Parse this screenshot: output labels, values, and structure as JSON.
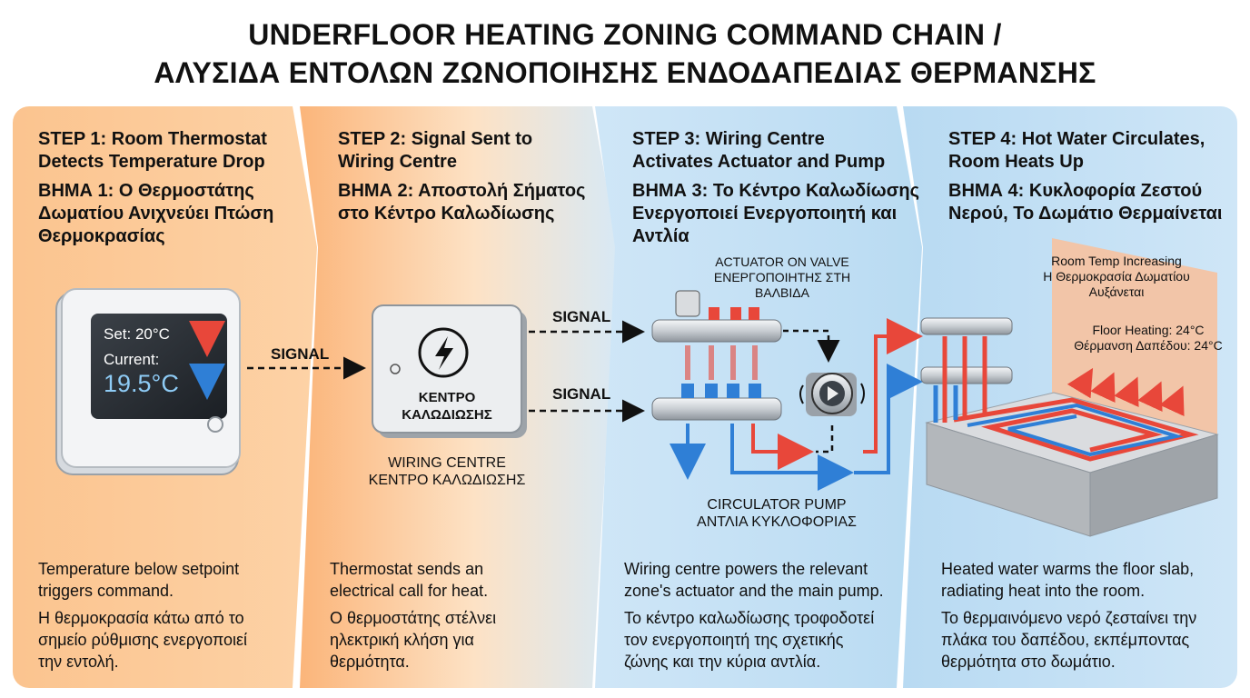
{
  "title": {
    "line1": "UNDERFLOOR HEATING ZONING COMMAND CHAIN /",
    "line2": "ΑΛΥΣΙΔΑ ΕΝΤΟΛΩΝ ΖΩΝΟΠΟΙΗΣΗΣ ΕΝΔΟΔΑΠΕΔΙΑΣ ΘΕΡΜΑΝΣΗΣ"
  },
  "steps": [
    {
      "heading_en": [
        "STEP 1: Room Thermostat",
        "Detects Temperature Drop"
      ],
      "heading_el": [
        "ΒΗΜΑ 1: Ο Θερμοστάτης",
        "Δωματίου Ανιχνεύει Πτώση",
        "Θερμοκρασίας"
      ],
      "desc_en": [
        "Temperature below setpoint",
        "triggers command."
      ],
      "desc_el": [
        "Η θερμοκρασία κάτω από το",
        "σημείο ρύθμισης ενεργοποιεί",
        "την εντολή."
      ]
    },
    {
      "heading_en": [
        "STEP 2: Signal Sent to",
        "Wiring Centre"
      ],
      "heading_el": [
        "ΒΗΜΑ 2: Αποστολή Σήματος",
        "στο Κέντρο Καλωδίωσης"
      ],
      "desc_en": [
        "Thermostat sends an",
        "electrical call for heat."
      ],
      "desc_el": [
        "Ο θερμοστάτης στέλνει",
        "ηλεκτρική κλήση για",
        "θερμότητα."
      ]
    },
    {
      "heading_en": [
        "STEP 3: Wiring Centre",
        "Activates Actuator and Pump"
      ],
      "heading_el": [
        "ΒΗΜΑ 3: Το Κέντρο Καλωδίωσης",
        "Ενεργοποιεί Ενεργοποιητή και",
        "Αντλία"
      ],
      "desc_en": [
        "Wiring centre powers the relevant",
        "zone's actuator and the main pump."
      ],
      "desc_el": [
        "Το κέντρο καλωδίωσης τροφοδοτεί",
        "τον ενεργοποιητή της σχετικής",
        "ζώνης και την κύρια αντλία."
      ]
    },
    {
      "heading_en": [
        "STEP 4: Hot Water Circulates,",
        "Room Heats Up"
      ],
      "heading_el": [
        "ΒΗΜΑ 4: Κυκλοφορία Ζεστού",
        "Νερού, Το Δωμάτιο Θερμαίνεται"
      ],
      "desc_en": [
        "Heated water warms the floor slab,",
        "radiating heat into the room."
      ],
      "desc_el": [
        "Το θερμαινόμενο νερό ζεσταίνει την",
        "πλάκα του δαπέδου, εκπέμποντας",
        "θερμότητα στο δωμάτιο."
      ]
    }
  ],
  "thermostat": {
    "set": "Set: 20°C",
    "current_label": "Current:",
    "current_value": "19.5°C"
  },
  "wiring_box": {
    "line1": "ΚΕΝΤΡΟ",
    "line2": "ΚΑΛΩΔΙΩΣΗΣ",
    "caption1": "WIRING CENTRE",
    "caption2": "ΚΕΝΤΡΟ ΚΑΛΩΔΙΩΣΗΣ"
  },
  "signals": {
    "s1": "SIGNAL",
    "s2": "SIGNAL",
    "s3": "SIGNAL"
  },
  "labels": {
    "actuator1": "ACTUATOR ON VALVE",
    "actuator2": "ΕΝΕΡΓΟΠΟΙΗΤΗΣ ΣΤΗ",
    "actuator3": "ΒΑΛΒΙΔΑ",
    "pump1": "CIRCULATOR PUMP",
    "pump2": "ΑΝΤΛΙΑ ΚΥΚΛΟΦΟΡΙΑΣ",
    "roomtemp1": "Room Temp Increasing",
    "roomtemp2": "Η Θερμοκρασία Δωματίου",
    "roomtemp3": "Αυξάνεται",
    "floor1": "Floor Heating: 24°C",
    "floor2": "Θέρμανση Δαπέδου: 24°C"
  },
  "colors": {
    "hot": "#e8473a",
    "cold": "#2f7fd6",
    "orange_panel": "#fbc48f",
    "blue_panel": "#b9dbf2"
  }
}
